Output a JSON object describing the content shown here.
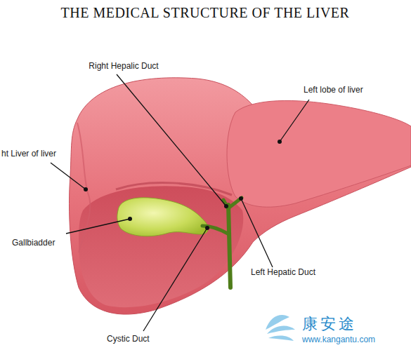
{
  "diagram": {
    "title": "THE MEDICAL STRUCTURE OF THE LIVER",
    "labels": [
      "Right Hepalic Duct",
      "Left lobe of liver",
      "ht Liver of liver",
      "Gallbiadder",
      "Left Hepatic Duct",
      "Cystic Duct",
      "康安途",
      "www.kangantu.com"
    ]
  }
}
